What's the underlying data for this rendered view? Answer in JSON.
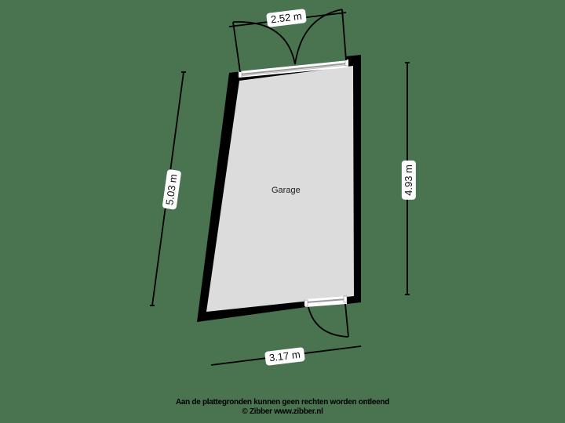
{
  "floorplan": {
    "room": {
      "name": "Garage"
    },
    "dimensions": {
      "top": "2.52 m",
      "bottom": "3.17 m",
      "left": "5.03 m",
      "right": "4.93 m"
    },
    "colors": {
      "background": "#4a7350",
      "floor": "#dcdcdc",
      "wall": "#000000",
      "label_bg": "#ffffff"
    }
  },
  "footer": {
    "disclaimer": "Aan de plattegronden kunnen geen rechten worden ontleend",
    "copyright": "© Zibber www.zibber.nl"
  }
}
